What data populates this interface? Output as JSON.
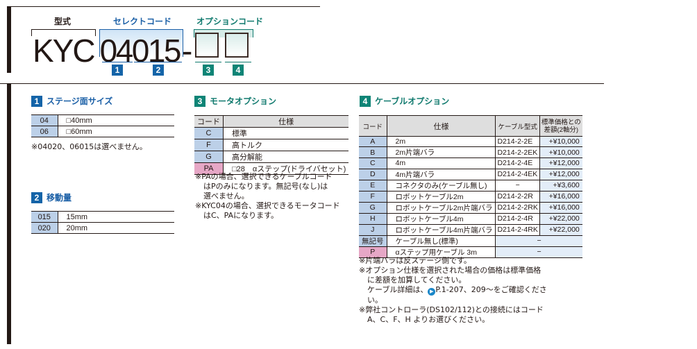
{
  "header": {
    "model_label": "型式",
    "select_label": "セレクトコード",
    "option_label": "オプションコード",
    "model": "KYC",
    "select_code": "04015",
    "dash": "-",
    "markers": [
      "1",
      "2",
      "3",
      "4"
    ]
  },
  "sec1": {
    "num": "1",
    "title": "ステージ面サイズ",
    "rows": [
      {
        "code": "04",
        "spec": "□40mm"
      },
      {
        "code": "06",
        "spec": "□60mm"
      }
    ],
    "note": "※04020、06015は選べません。"
  },
  "sec2": {
    "num": "2",
    "title": "移動量",
    "rows": [
      {
        "code": "015",
        "spec": "15mm"
      },
      {
        "code": "020",
        "spec": "20mm"
      }
    ]
  },
  "sec3": {
    "num": "3",
    "title": "モータオプション",
    "headers": [
      "コード",
      "仕様"
    ],
    "rows": [
      {
        "code": "C",
        "spec": "標準"
      },
      {
        "code": "F",
        "spec": "高トルク"
      },
      {
        "code": "G",
        "spec": "高分解能"
      },
      {
        "code": "PA",
        "spec": "□28　αステップ(ドライバセット)"
      }
    ],
    "notes": [
      "※PAの場合、選択できるケーブルコード",
      "はPのみになります。無記号(なし)は",
      "選べません。",
      "※KYC04の場合、選択できるモータコード",
      "はC、PAになります。"
    ]
  },
  "sec4": {
    "num": "4",
    "title": "ケーブルオプション",
    "headers": [
      "コード",
      "仕様",
      "ケーブル型式",
      "標準価格との",
      "差額(2軸分)"
    ],
    "rows": [
      {
        "code": "A",
        "spec": "2m",
        "model": "D214-2-2E",
        "price": "+¥10,000"
      },
      {
        "code": "B",
        "spec": "2m片端バラ",
        "model": "D214-2-2EK",
        "price": "+¥10,000"
      },
      {
        "code": "C",
        "spec": "4m",
        "model": "D214-2-4E",
        "price": "+¥12,000"
      },
      {
        "code": "D",
        "spec": "4m片端バラ",
        "model": "D214-2-4EK",
        "price": "+¥12,000"
      },
      {
        "code": "E",
        "spec": "コネクタのみ(ケーブル無し)",
        "model": "−",
        "price": "+¥3,600"
      },
      {
        "code": "F",
        "spec": "ロボットケーブル2m",
        "model": "D214-2-2R",
        "price": "+¥16,000"
      },
      {
        "code": "G",
        "spec": "ロボットケーブル2m片端バラ",
        "model": "D214-2-2RK",
        "price": "+¥16,000"
      },
      {
        "code": "H",
        "spec": "ロボットケーブル4m",
        "model": "D214-2-4R",
        "price": "+¥22,000"
      },
      {
        "code": "J",
        "spec": "ロボットケーブル4m片端バラ",
        "model": "D214-2-4RK",
        "price": "+¥22,000"
      }
    ],
    "row_none": {
      "code": "無記号",
      "spec": "ケーブル無し(標準)",
      "merged": "−"
    },
    "row_p": {
      "code": "P",
      "spec": "αステップ用ケーブル 3m",
      "merged": "−"
    },
    "notes": [
      "※片端バラは反ステージ側です。",
      "※オプション仕様を選択された場合の価格は標準価格",
      "に差額を加算してください。",
      "ケーブル詳細は、",
      "P.1-207、209〜をご確認くださ",
      "い。",
      "※弊社コントローラ(DS102/112)との接続にはコード",
      "A、C、F、H よりお選びください。"
    ]
  }
}
